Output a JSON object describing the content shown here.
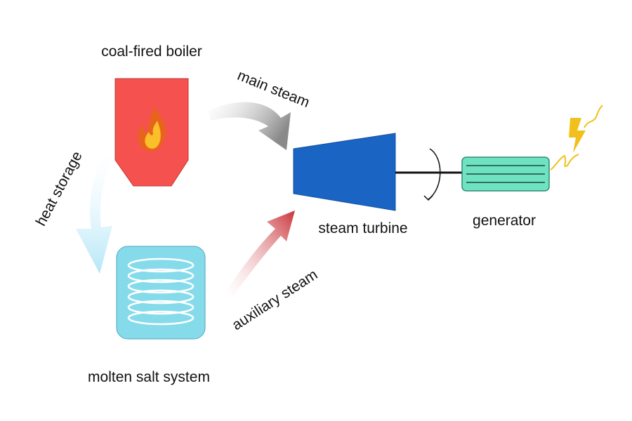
{
  "labels": {
    "boiler": "coal-fired boiler",
    "main_steam": "main steam",
    "heat_storage": "heat storage",
    "turbine": "steam turbine",
    "generator": "generator",
    "molten_salt": "molten salt system",
    "auxiliary_steam": "auxiliary steam"
  },
  "colors": {
    "boiler": "#f4514f",
    "flame_outer": "#e8641c",
    "flame_inner": "#fbbf2a",
    "turbine": "#1a64c4",
    "generator": "#6fe3c1",
    "molten_salt": "#86dbeb",
    "coil": "#ffffff",
    "main_steam_arrow": "#8a8a8a",
    "auxiliary_steam_arrow": "#c9343a",
    "heat_storage_arrow": "#b4e6f7",
    "lightning": "#f2c01d"
  },
  "icons": {
    "boiler": "flame-icon",
    "molten_salt": "coil-icon",
    "generator": "lightning-icon",
    "shaft": "rotation-arrow-icon"
  }
}
